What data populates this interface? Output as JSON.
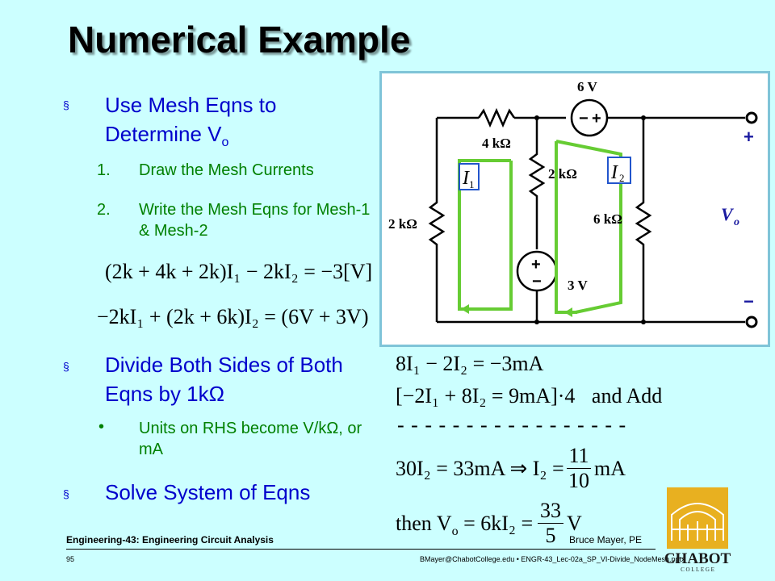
{
  "title": "Numerical Example",
  "bullets": {
    "mesh": "Use Mesh Eqns to Determine V",
    "mesh_sub": "o",
    "step1_num": "1.",
    "step1": "Draw the Mesh Currents",
    "step2_num": "2.",
    "step2": "Write the Mesh Eqns for Mesh-1 & Mesh-2",
    "divide": "Divide Both Sides of Both Eqns by 1kΩ",
    "units_dot": "•",
    "units": "Units on RHS become V/kΩ, or mA",
    "solve": "Solve System of Eqns",
    "marker": "§"
  },
  "equations": {
    "mesh1": "(2k + 4k + 2k)I₁ − 2kI₂ = −3[V]",
    "mesh2": "−2kI₁ + (2k + 6k)I₂ = (6V + 3V)",
    "r1": "8I₁ − 2I₂ = −3mA",
    "r2a": "[−2I₁ + 8I₂ = 9mA]·4",
    "r2b": "and Add",
    "dashes": "- - - - - - - - - - - - - - - - -",
    "r3": "30I₂ = 33mA ⇒ I₂ =",
    "r3_num": "11",
    "r3_den": "10",
    "r3_unit": "mA",
    "r4": "then V",
    "r4_sub": "o",
    "r4_mid": "= 6kI₂ =",
    "r4_num": "33",
    "r4_den": "5",
    "r4_unit": "V"
  },
  "circuit": {
    "v6": "6 V",
    "r4k": "4 kΩ",
    "r2k_mid": "2 kΩ",
    "r2k_left": "2 kΩ",
    "r6k": "6 kΩ",
    "v3": "3 V",
    "i1": "I",
    "i1_sub": "1",
    "i2": "I",
    "i2_sub": "2",
    "vo": "V",
    "vo_sub": "o",
    "plus": "+",
    "minus": "−",
    "src_plus": "+",
    "src_minus": "−",
    "src6_minus": "−",
    "src6_plus": "+"
  },
  "footer": {
    "course": "Engineering-43: Engineering Circuit Analysis",
    "author": "Bruce Mayer, PE",
    "page": "95",
    "email": "BMayer@ChabotCollege.edu  •  ENGR-43_Lec-02a_SP_VI-Divide_NodeMesh.pptx"
  },
  "logo": {
    "name": "CHABOT",
    "sub": "C O L L E G E"
  },
  "colors": {
    "background": "#ccffff",
    "bullet_blue": "#0000cc",
    "sub_green": "#008000",
    "loop_green": "#66cc33",
    "logo_gold": "#e8b020"
  }
}
